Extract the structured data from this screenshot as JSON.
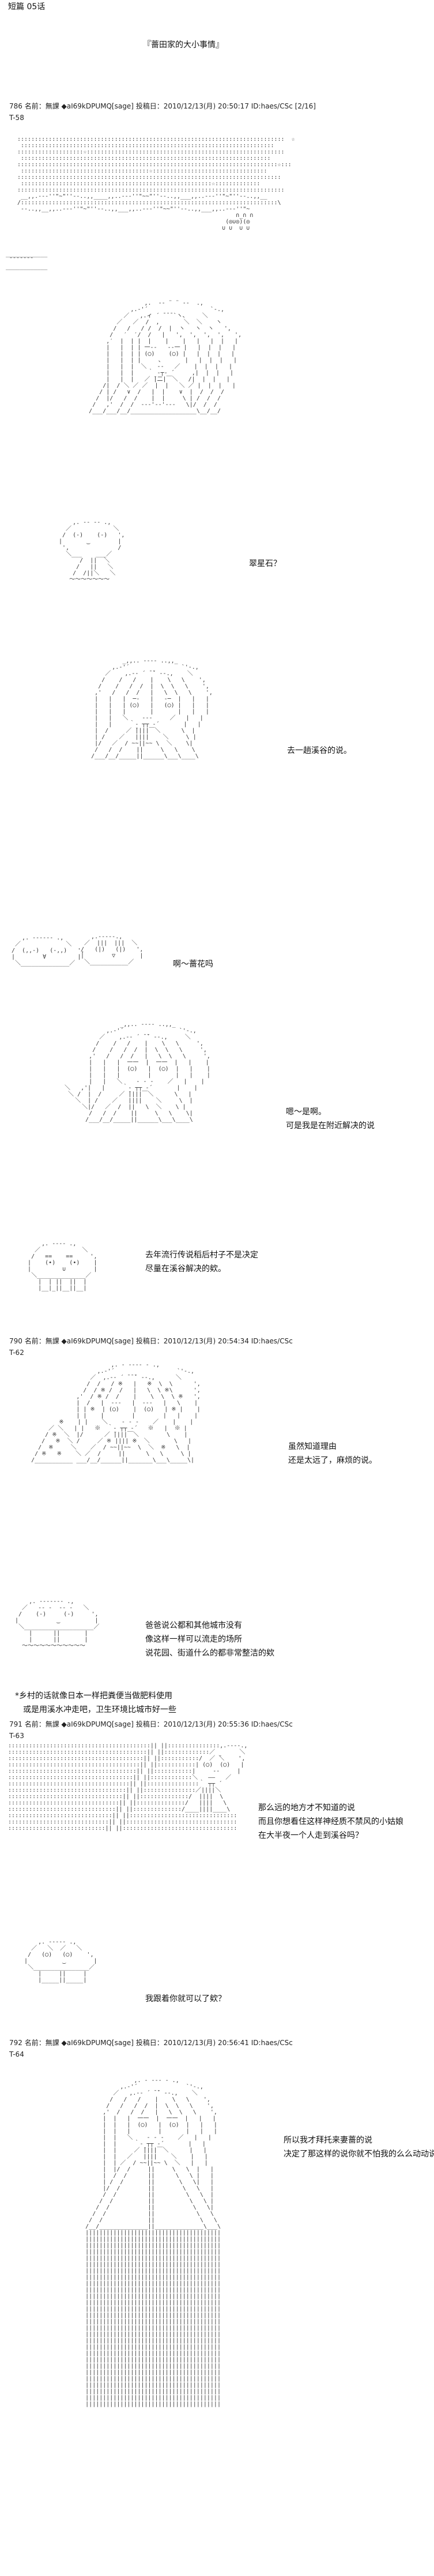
{
  "page": {
    "title": "短篇 05话",
    "story_title": "『蔷田家的大小事情』"
  },
  "posts": [
    {
      "header": "786 名前：無課 ◆aI69kDPUMQ[sage] 投稿日：2010/12/13(月) 20:50:17 ID:haes/CSc [2/16]",
      "tag": "T-58"
    },
    {
      "header": "790 名前：無課 ◆aI69kDPUMQ[sage] 投稿日：2010/12/13(月) 20:54:34 ID:haes/CSc",
      "tag": "T-62"
    },
    {
      "header": "791 名前：無課 ◆aI69kDPUMQ[sage] 投稿日：2010/12/13(月) 20:55:36 ID:haes/CSc",
      "tag": "T-63"
    },
    {
      "header": "792 名前：無課 ◆aI69kDPUMQ[sage] 投稿日：2010/12/13(月) 20:56:41 ID:haes/CSc",
      "tag": "T-64"
    }
  ],
  "dialogue": {
    "d1": "翠星石？",
    "d2": "去一趟溪谷的说。",
    "d3": "啊～蔷花吗",
    "d4a": "嗯～是啊。",
    "d4b": "可是我是在附近解决的说",
    "d5a": "去年流行传说稻后村子不是决定",
    "d5b": "尽量在溪谷解决的欸。",
    "d6a": "虽然知道理由",
    "d6b": "还是太远了，麻烦的说。",
    "d7a": "爸爸说公都和其他城市没有",
    "d7b": "像这样一样可以流走的场所",
    "d7c": "说花园、街道什么的都非常整洁的欸",
    "note1": "*乡村的话就像日本一样把粪便当做肥料使用",
    "note2": "或是用溪水冲走吧，卫生环境比城市好一些",
    "d8a": "那么远的地方才不知道的说",
    "d8b": "而且你想看住这样神经质不禁风的小姑娘",
    "d8c": "在大半夜一个人走到溪谷吗？",
    "d9": "我跟着你就可以了欸？",
    "d10a": "所以我才拜托来妻蔷的说",
    "d10b": "决定了那这样的说你就不怕我的么么动动说"
  }
}
